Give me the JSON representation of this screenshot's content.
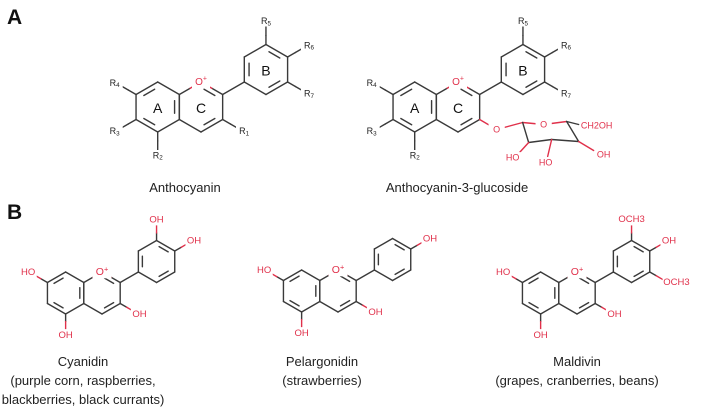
{
  "colors": {
    "bond": "#3a3a3a",
    "heteroatom": "#e0304a",
    "text": "#222222"
  },
  "panel_a": {
    "label": "A",
    "molecules": [
      {
        "name": "Anthocyanin",
        "ring_labels": {
          "A": "A",
          "B": "B",
          "C": "C"
        },
        "ring_oxygen": "O+",
        "substituents": {
          "a_upper_left": "R4",
          "a_lower_left": "R3",
          "a_bottom": "R2",
          "c_lower_right": "R1",
          "b_top": "R5",
          "b_upper_right": "R6",
          "b_lower_right": "R7"
        }
      },
      {
        "name": "Anthocyanin-3-glucoside",
        "ring_labels": {
          "A": "A",
          "B": "B",
          "C": "C"
        },
        "ring_oxygen": "O+",
        "substituents": {
          "a_upper_left": "R4",
          "a_lower_left": "R3",
          "a_bottom": "R2",
          "b_top": "R5",
          "b_upper_right": "R6",
          "b_lower_right": "R7"
        },
        "glucoside": {
          "link_oxygen": "O",
          "ring_oxygen": "O",
          "c6": "CH2OH",
          "c2": "HO",
          "c3": "HO",
          "c4": "OH"
        }
      }
    ]
  },
  "panel_b": {
    "label": "B",
    "molecules": [
      {
        "name": "Cyanidin",
        "sources": [
          "(purple corn, raspberries,",
          "blackberries, black currants)"
        ],
        "ring_oxygen": "O+",
        "substituents": {
          "a_upper_left": "HO",
          "a_bottom": "OH",
          "c_lower_right": "OH",
          "b_top": "OH",
          "b_upper_right": "OH"
        }
      },
      {
        "name": "Pelargonidin",
        "sources": [
          "(strawberries)"
        ],
        "ring_oxygen": "O+",
        "substituents": {
          "a_upper_left": "HO",
          "a_bottom": "OH",
          "c_lower_right": "OH",
          "b_upper_right": "OH"
        }
      },
      {
        "name": "Maldivin",
        "sources": [
          "(grapes, cranberries, beans)"
        ],
        "ring_oxygen": "O+",
        "substituents": {
          "a_upper_left": "HO",
          "a_bottom": "OH",
          "c_lower_right": "OH",
          "b_top": "OCH3",
          "b_upper_right": "OH",
          "b_lower_right": "OCH3"
        }
      }
    ]
  }
}
